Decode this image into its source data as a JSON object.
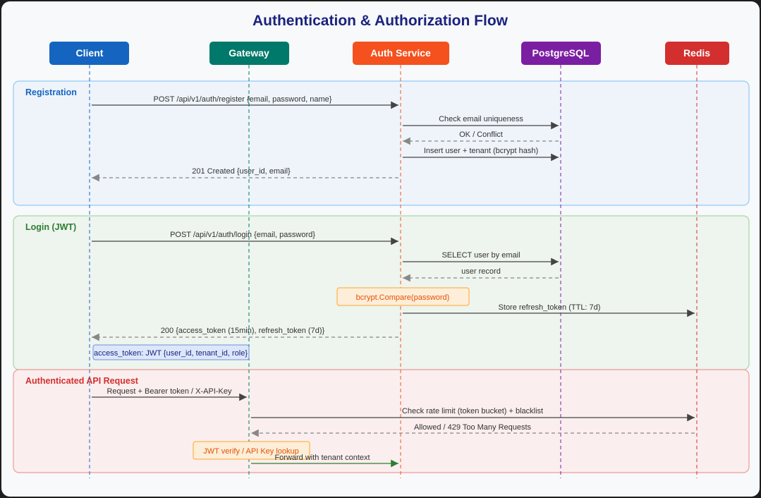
{
  "title": "Authentication & Authorization Flow",
  "actors": [
    {
      "id": "client",
      "label": "Client",
      "color": "#1565c0"
    },
    {
      "id": "gateway",
      "label": "Gateway",
      "color": "#00796b"
    },
    {
      "id": "auth",
      "label": "Auth Service",
      "color": "#f4511e"
    },
    {
      "id": "postgres",
      "label": "PostgreSQL",
      "color": "#7b1fa2"
    },
    {
      "id": "redis",
      "label": "Redis",
      "color": "#d32f2f"
    }
  ],
  "sections": [
    {
      "label": "Registration",
      "color": "#1565c0",
      "fill": "#eef4fa",
      "stroke": "#90caf9"
    },
    {
      "label": "Login (JWT)",
      "color": "#2e7d32",
      "fill": "#eef4ee",
      "stroke": "#a5d6a7"
    },
    {
      "label": "Authenticated API Request",
      "color": "#d32f2f",
      "fill": "#fbeeee",
      "stroke": "#ef9a9a"
    }
  ],
  "messages": [
    {
      "from": "client",
      "to": "auth",
      "label": "POST /api/v1/auth/register {email, password, name}",
      "style": "solid"
    },
    {
      "from": "auth",
      "to": "postgres",
      "label": "Check email uniqueness",
      "style": "solid"
    },
    {
      "from": "postgres",
      "to": "auth",
      "label": "OK / Conflict",
      "style": "dashed"
    },
    {
      "from": "auth",
      "to": "postgres",
      "label": "Insert user + tenant (bcrypt hash)",
      "style": "solid"
    },
    {
      "from": "auth",
      "to": "client",
      "label": "201 Created {user_id, email}",
      "style": "dashed"
    },
    {
      "from": "client",
      "to": "auth",
      "label": "POST /api/v1/auth/login {email, password}",
      "style": "solid"
    },
    {
      "from": "auth",
      "to": "postgres",
      "label": "SELECT user by email",
      "style": "solid"
    },
    {
      "from": "postgres",
      "to": "auth",
      "label": "user record",
      "style": "dashed"
    },
    {
      "from": "auth",
      "to": "redis",
      "label": "Store refresh_token (TTL: 7d)",
      "style": "solid"
    },
    {
      "from": "auth",
      "to": "client",
      "label": "200 {access_token (15min), refresh_token (7d)}",
      "style": "dashed"
    },
    {
      "from": "client",
      "to": "gateway",
      "label": "Request + Bearer token / X-API-Key",
      "style": "solid"
    },
    {
      "from": "gateway",
      "to": "redis",
      "label": "Check rate limit (token bucket) + blacklist",
      "style": "solid"
    },
    {
      "from": "redis",
      "to": "gateway",
      "label": "Allowed / 429 Too Many Requests",
      "style": "dashed"
    },
    {
      "from": "gateway",
      "to": "auth",
      "label": "Forward with tenant context",
      "style": "solid-green"
    }
  ],
  "notes": [
    {
      "label": "bcrypt.Compare(password)",
      "kind": "orange"
    },
    {
      "label": "access_token: JWT {user_id, tenant_id, role}",
      "kind": "blue"
    },
    {
      "label": "JWT verify / API Key lookup",
      "kind": "orange"
    }
  ]
}
